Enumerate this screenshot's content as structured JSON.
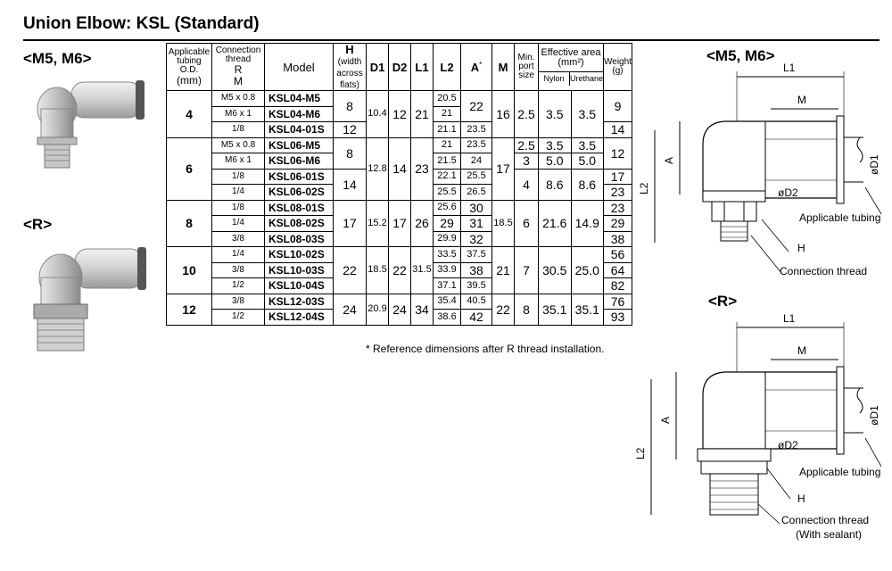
{
  "title": "Union Elbow: KSL (Standard)",
  "left_sections": {
    "m5m6": "<M5, M6>",
    "r": "<R>"
  },
  "headers": {
    "tubing_od": "Applicable tubing O.D.",
    "tubing_unit": "(mm)",
    "thread": "Connection thread",
    "thread_r": "R",
    "thread_m": "M",
    "model": "Model",
    "h": "H",
    "h_sub": "(width across flats)",
    "d1": "D1",
    "d2": "D2",
    "l1": "L1",
    "l2": "L2",
    "a": "A",
    "a_mark": "*",
    "m": "M",
    "port": "Min. port size",
    "eff_area": "Effective area (mm²)",
    "nylon": "Nylon",
    "urethane": "Urethane",
    "weight": "Weight (g)"
  },
  "rows": [
    {
      "thread": "M5 x 0.8",
      "model": "KSL04-M5",
      "l2": "20.5",
      "weight": "9"
    },
    {
      "thread": "M6 x 1",
      "model": "KSL04-M6",
      "l2": "21"
    },
    {
      "thread": "1/8",
      "model": "KSL04-01S",
      "h": "12",
      "l2": "21.1",
      "a": "23.5",
      "weight": "14"
    },
    {
      "thread": "M5 x 0.8",
      "model": "KSL06-M5",
      "l2": "21",
      "a": "23.5",
      "port": "2.5",
      "nylon": "3.5",
      "urethane": "3.5"
    },
    {
      "thread": "M6 x 1",
      "model": "KSL06-M6",
      "l2": "21.5",
      "a": "24",
      "port": "3",
      "nylon": "5.0",
      "urethane": "5.0"
    },
    {
      "thread": "1/8",
      "model": "KSL06-01S",
      "l2": "22.1",
      "a": "25.5",
      "weight": "17"
    },
    {
      "thread": "1/4",
      "model": "KSL06-02S",
      "l2": "25.5",
      "a": "26.5",
      "weight": "23"
    },
    {
      "thread": "1/8",
      "model": "KSL08-01S",
      "l2": "25.6",
      "a": "30",
      "weight": "23"
    },
    {
      "thread": "1/4",
      "model": "KSL08-02S",
      "l2": "29",
      "a": "31",
      "weight": "29"
    },
    {
      "thread": "3/8",
      "model": "KSL08-03S",
      "l2": "29.9",
      "a": "32",
      "weight": "38"
    },
    {
      "thread": "1/4",
      "model": "KSL10-02S",
      "l2": "33.5",
      "a": "37.5",
      "weight": "56"
    },
    {
      "thread": "3/8",
      "model": "KSL10-03S",
      "l2": "33.9",
      "a": "38",
      "weight": "64"
    },
    {
      "thread": "1/2",
      "model": "KSL10-04S",
      "l2": "37.1",
      "a": "39.5",
      "weight": "82"
    },
    {
      "thread": "3/8",
      "model": "KSL12-03S",
      "l2": "35.4",
      "a": "40.5",
      "weight": "76"
    },
    {
      "thread": "1/2",
      "model": "KSL12-04S",
      "l2": "38.6",
      "a": "42",
      "weight": "93"
    }
  ],
  "groups": {
    "g4": {
      "od": "4",
      "h": "8",
      "d1": "10.4",
      "d2": "12",
      "l1": "21",
      "a": "22",
      "m": "16",
      "port": "2.5",
      "nylon": "3.5",
      "urethane": "3.5"
    },
    "g6": {
      "od": "6",
      "h1": "8",
      "h2": "14",
      "d1": "12.8",
      "d2": "14",
      "l1": "23",
      "m": "17",
      "port": "4",
      "nylon": "8.6",
      "urethane": "8.6",
      "weight": "12"
    },
    "g8": {
      "od": "8",
      "h": "17",
      "d1": "15.2",
      "d2": "17",
      "l1": "26",
      "m": "18.5",
      "port": "6",
      "nylon": "21.6",
      "urethane": "14.9"
    },
    "g10": {
      "od": "10",
      "h": "22",
      "d1": "18.5",
      "d2": "22",
      "l1": "31.5",
      "m": "21",
      "port": "7",
      "nylon": "30.5",
      "urethane": "25.0"
    },
    "g12": {
      "od": "12",
      "h": "24",
      "d1": "20.9",
      "d2": "24",
      "l1": "34",
      "m": "22",
      "port": "8",
      "nylon": "35.1",
      "urethane": "35.1"
    }
  },
  "footnote": "* Reference dimensions after R thread installation.",
  "drawings": {
    "top": {
      "title": "<M5, M6>",
      "l1": "L1",
      "m": "M",
      "d1": "øD1",
      "d2": "øD2",
      "a": "A",
      "l2": "L2",
      "tubing": "Applicable tubing",
      "h": "H",
      "conn": "Connection thread"
    },
    "bottom": {
      "title": "<R>",
      "l1": "L1",
      "m": "M",
      "d1": "øD1",
      "d2": "øD2",
      "a": "A",
      "l2": "L2",
      "tubing": "Applicable tubing",
      "h": "H",
      "conn": "Connection thread",
      "sealant": "(With sealant)"
    }
  }
}
